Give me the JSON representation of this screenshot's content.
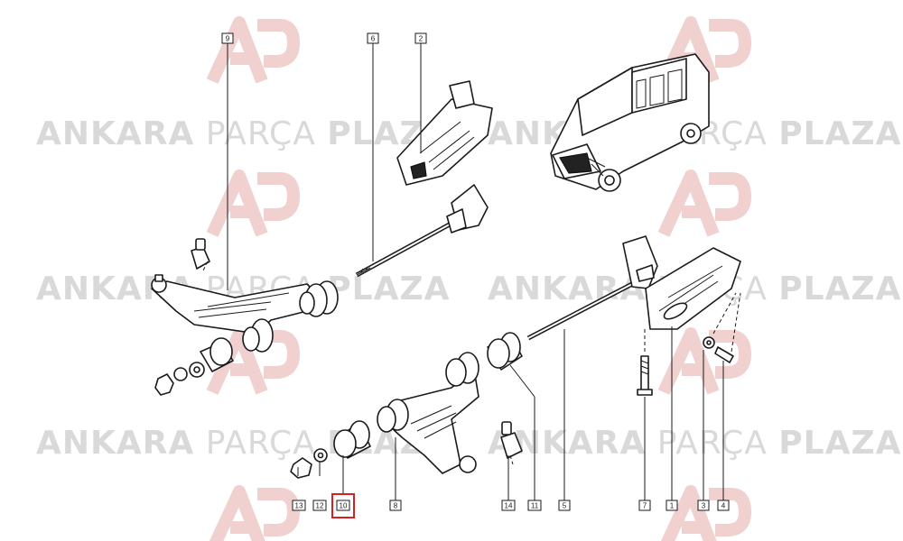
{
  "watermark": {
    "brand_bold": "ANKARA",
    "brand_light": "PARÇA",
    "brand_bold2": "PLAZA",
    "logo_icon": "ap-logo-icon",
    "logo_color": "#f1d0d0",
    "text_color": "#d9d9d9"
  },
  "callouts": [
    {
      "id": "callout-9",
      "label": "9"
    },
    {
      "id": "callout-6-top",
      "label": "6"
    },
    {
      "id": "callout-2",
      "label": "2"
    },
    {
      "id": "callout-13",
      "label": "13"
    },
    {
      "id": "callout-12",
      "label": "12"
    },
    {
      "id": "callout-10",
      "label": "10",
      "highlighted": true
    },
    {
      "id": "callout-8",
      "label": "8"
    },
    {
      "id": "callout-14",
      "label": "14"
    },
    {
      "id": "callout-11",
      "label": "11"
    },
    {
      "id": "callout-5",
      "label": "5"
    },
    {
      "id": "callout-7",
      "label": "7"
    },
    {
      "id": "callout-1",
      "label": "1"
    },
    {
      "id": "callout-3",
      "label": "3"
    },
    {
      "id": "callout-4",
      "label": "4"
    }
  ],
  "highlight_color": "#d32020"
}
